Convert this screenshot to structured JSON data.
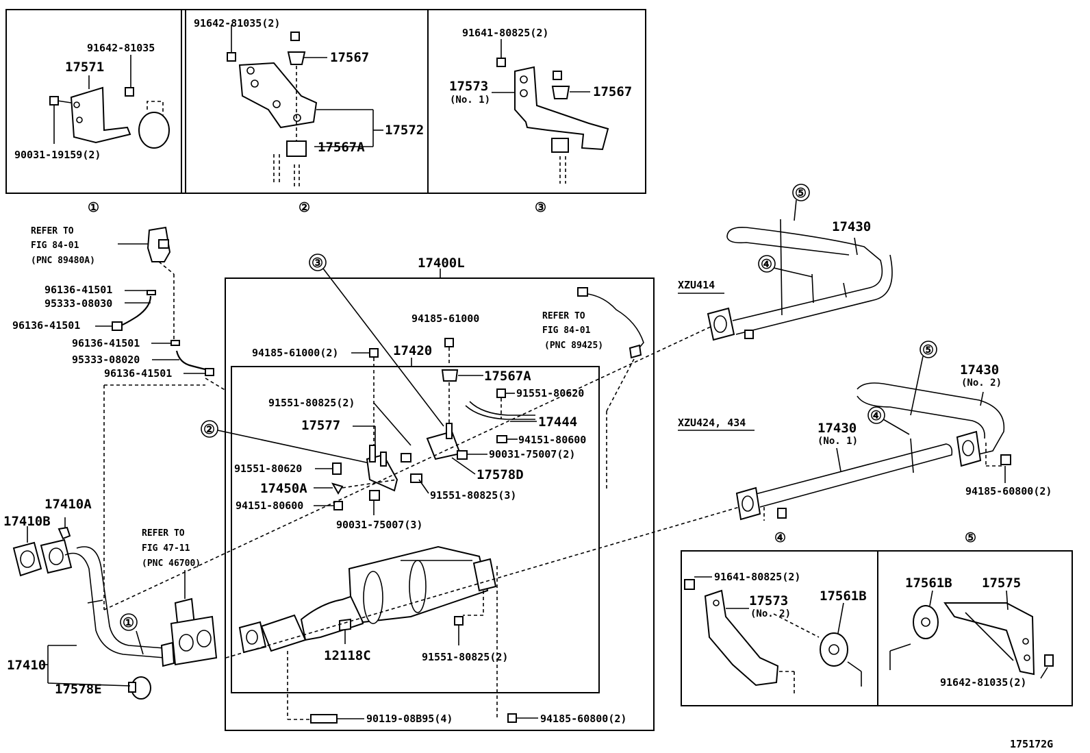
{
  "inset_panels": {
    "p1": {
      "number": "①",
      "labels": [
        "91642-81035",
        "17571",
        "90031-19159(2)"
      ]
    },
    "p2": {
      "number": "②",
      "labels": [
        "91642-81035(2)",
        "17567",
        "17572",
        "17567A"
      ]
    },
    "p3": {
      "number": "③",
      "labels": [
        "91641-80825(2)",
        "17573",
        "(No. 1)",
        "17567"
      ]
    },
    "p4": {
      "number": "④",
      "labels": [
        "91641-80825(2)",
        "17573",
        "(No. 2)",
        "17561B"
      ]
    },
    "p5": {
      "number": "⑤",
      "labels": [
        "17561B",
        "17575",
        "91642-81035(2)"
      ]
    }
  },
  "refer_notes": {
    "fig84_sensor": [
      "REFER TO",
      "FIG 84-01",
      "(PNC 89480A)"
    ],
    "fig84_o2": [
      "REFER TO",
      "FIG 84-01",
      "(PNC 89425)"
    ],
    "fig47": [
      "REFER TO",
      "FIG 47-11",
      "(PNC 46700)"
    ]
  },
  "hose_labels": [
    "96136-41501",
    "95333-08030",
    "96136-41501",
    "96136-41501",
    "95333-08020",
    "96136-41501"
  ],
  "assembly": {
    "title": "17400L",
    "sub": "17420",
    "labels": {
      "a": "94185-61000(2)",
      "b": "94185-61000",
      "c": "17567A",
      "d": "91551-80620",
      "e": "91551-80825(2)",
      "f": "17444",
      "g": "17577",
      "h": "94151-80600",
      "i": "90031-75007(2)",
      "j": "91551-80620",
      "k": "17578D",
      "l": "17450A",
      "m": "91551-80825(3)",
      "n": "94151-80600",
      "o": "90031-75007(3)",
      "p": "12118C",
      "q": "91551-80825(2)",
      "r": "90119-08B95(4)",
      "s": "94185-60800(2)"
    },
    "callouts": [
      "③",
      "②"
    ]
  },
  "front_pipe": {
    "labels": [
      "17410A",
      "17410B",
      "17410",
      "17578E"
    ],
    "callout": "①"
  },
  "tail_pipes": {
    "model_a": "XZU414",
    "model_b": "XZU424, 434",
    "pipe_a": "17430",
    "pipe_b": "17430",
    "pipe_b_note": "(No. 2)",
    "pipe_c": "17430",
    "pipe_c_note": "(No. 1)",
    "nut": "94185-60800(2)",
    "callouts": [
      "⑤",
      "④",
      "⑤",
      "④"
    ]
  },
  "figure_code": "175172G"
}
